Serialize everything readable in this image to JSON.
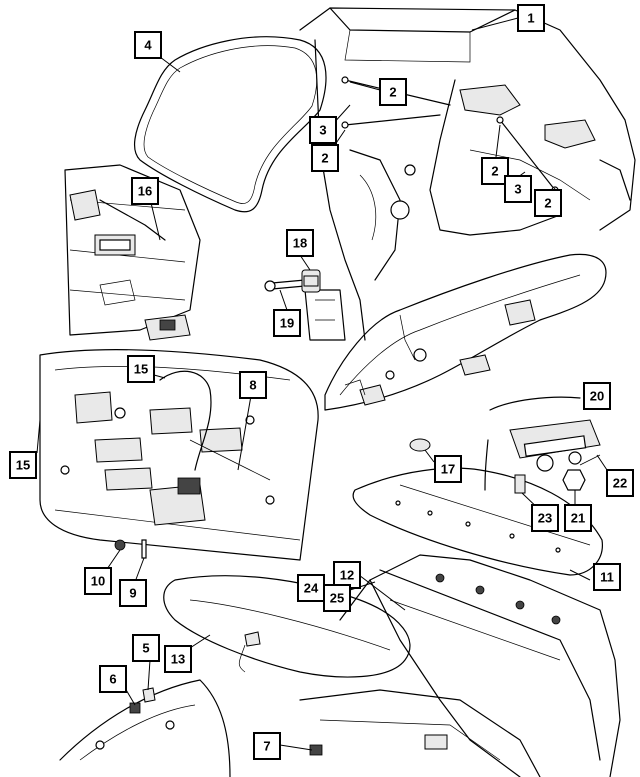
{
  "callouts": [
    {
      "id": "c1",
      "label": "1"
    },
    {
      "id": "c2a",
      "label": "2"
    },
    {
      "id": "c2b",
      "label": "2"
    },
    {
      "id": "c2c",
      "label": "2"
    },
    {
      "id": "c2d",
      "label": "2"
    },
    {
      "id": "c3a",
      "label": "3"
    },
    {
      "id": "c3b",
      "label": "3"
    },
    {
      "id": "c4",
      "label": "4"
    },
    {
      "id": "c5",
      "label": "5"
    },
    {
      "id": "c6",
      "label": "6"
    },
    {
      "id": "c7",
      "label": "7"
    },
    {
      "id": "c8",
      "label": "8"
    },
    {
      "id": "c9",
      "label": "9"
    },
    {
      "id": "c10",
      "label": "10"
    },
    {
      "id": "c11",
      "label": "11"
    },
    {
      "id": "c12",
      "label": "12"
    },
    {
      "id": "c13",
      "label": "13"
    },
    {
      "id": "c15a",
      "label": "15"
    },
    {
      "id": "c15b",
      "label": "15"
    },
    {
      "id": "c16",
      "label": "16"
    },
    {
      "id": "c17",
      "label": "17"
    },
    {
      "id": "c18",
      "label": "18"
    },
    {
      "id": "c19",
      "label": "19"
    },
    {
      "id": "c20",
      "label": "20"
    },
    {
      "id": "c21",
      "label": "21"
    },
    {
      "id": "c22",
      "label": "22"
    },
    {
      "id": "c23",
      "label": "23"
    },
    {
      "id": "c24",
      "label": "24"
    },
    {
      "id": "c25",
      "label": "25"
    }
  ]
}
